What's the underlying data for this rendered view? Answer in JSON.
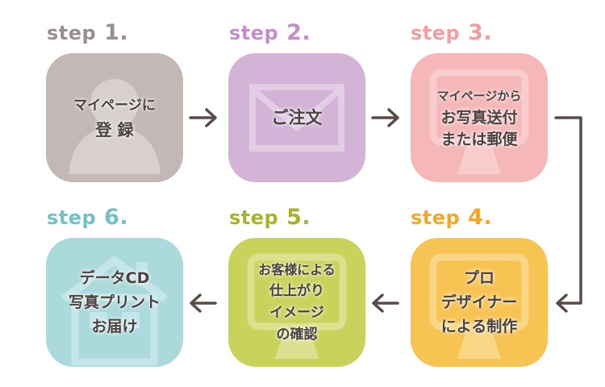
{
  "colors": {
    "step1": "#c3b8b5",
    "step2": "#d3b3d6",
    "step3": "#f5b7b8",
    "step4": "#f7c453",
    "step5": "#c9d35c",
    "step6": "#abd9dc",
    "label1": "#9a8f8f",
    "label2": "#c48ec8",
    "label3": "#f39da0",
    "label4": "#f5a623",
    "label5": "#a8b428",
    "label6": "#6fc2c7",
    "arrow": "#5a4a48"
  },
  "steps": [
    {
      "word": "step",
      "num": "1.",
      "icon": "person-silhouette-icon",
      "lines": [
        "マイページに",
        "登 録"
      ]
    },
    {
      "word": "step",
      "num": "2.",
      "icon": "envelope-icon",
      "lines": [
        "ご注文"
      ]
    },
    {
      "word": "step",
      "num": "3.",
      "icon": "monitor-icon",
      "lines": [
        "マイページから",
        "お写真送付",
        "または郵便"
      ]
    },
    {
      "word": "step",
      "num": "4.",
      "icon": "monitor-icon",
      "lines": [
        "プロ",
        "デザイナー",
        "による制作"
      ]
    },
    {
      "word": "step",
      "num": "5.",
      "icon": "monitor-icon",
      "lines": [
        "お客様による",
        "仕上がり",
        "イメージ",
        "の確認"
      ]
    },
    {
      "word": "step",
      "num": "6.",
      "icon": "house-icon",
      "lines": [
        "データCD",
        "写真プリント",
        "お届け"
      ]
    }
  ]
}
